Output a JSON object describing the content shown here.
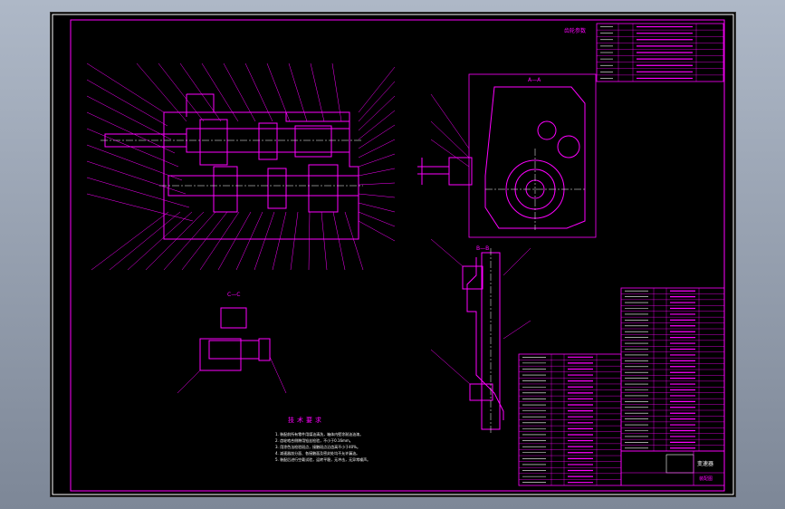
{
  "drawing": {
    "top_table_title": "齿轮参数",
    "section_labels": {
      "a_a": "A—A",
      "b_b": "B—B",
      "c_c": "C—C"
    },
    "tech_title": "技术要求",
    "tech_lines": [
      "1. 装配前所有零件用煤油清洗，箱体内壁涂耐油油漆。",
      "2. 齿轮啮合侧隙用铅丝检验，不小于0.16mm。",
      "3. 用涂色法检验斑点，接触斑点沿齿高不小于40%。",
      "4. 减速器剖分面、各接触面及密封处均不允许漏油。",
      "5. 装配后进行空载试验，运转平稳，无冲击，无异常噪声。"
    ],
    "title_block": {
      "name": "变速器",
      "code": "装配图"
    }
  },
  "colors": {
    "sheet_bg": "#000000",
    "line_primary": "#ff00ff",
    "line_secondary": "#ffffff",
    "window_bg": "#9aa4b4"
  }
}
